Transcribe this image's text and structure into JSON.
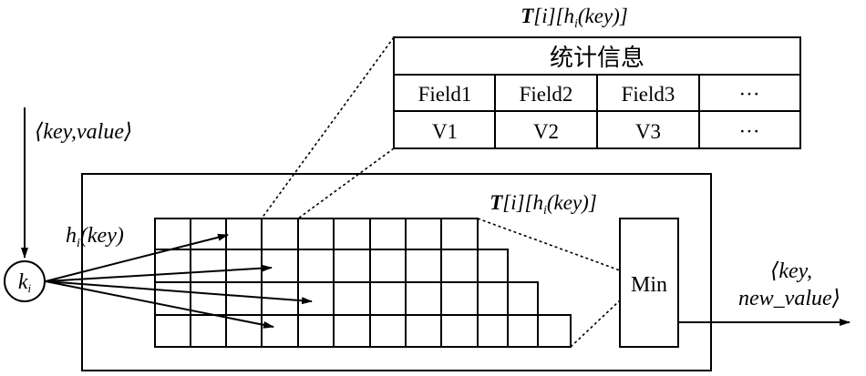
{
  "detail_table": {
    "title_prefix": "T",
    "title_rest": "[i][h",
    "title_sub": "i",
    "title_end": "(key)]",
    "header": "统计信息",
    "fields": [
      "Field1",
      "Field2",
      "Field3",
      "···"
    ],
    "values": [
      "V1",
      "V2",
      "V3",
      "···"
    ]
  },
  "input": {
    "pair_label": "⟨key,value⟩",
    "node_main": "k",
    "node_sub": "i"
  },
  "sketch": {
    "label_prefix": "T",
    "label_rest": "[i][h",
    "label_sub": "i",
    "label_end": "(key)]",
    "hash_main": "h",
    "hash_sub": "i",
    "hash_end": "(key)",
    "rows": 4,
    "row_columns": [
      9,
      10,
      11,
      12
    ],
    "min_label": "Min"
  },
  "output": {
    "line1": "⟨key,",
    "line2": "new_value⟩"
  },
  "colors": {
    "stroke": "#000000",
    "background": "#ffffff"
  }
}
